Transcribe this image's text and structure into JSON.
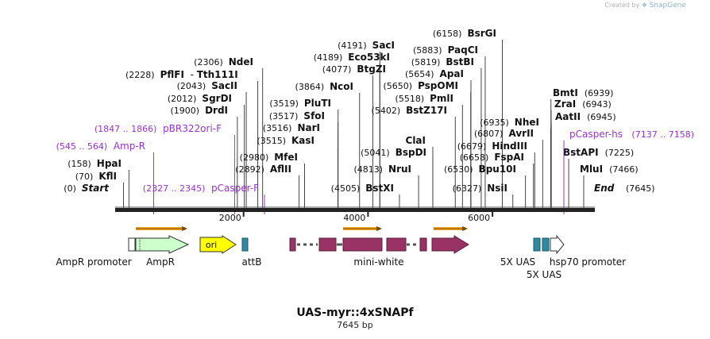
{
  "credit": {
    "created_by": "Created by",
    "brand": "SnapGene"
  },
  "plasmid": {
    "name": "UAS-myr::4xSNAPf",
    "size": "7645 bp",
    "length": 7645
  },
  "axis": {
    "ticks": [
      {
        "pos": 2000,
        "label": "2000"
      },
      {
        "pos": 4000,
        "label": "4000"
      },
      {
        "pos": 6000,
        "label": "6000"
      }
    ]
  },
  "colors": {
    "enzyme": "#111111",
    "primer": "#9933cc",
    "line": "#444444",
    "ampr": "#ccffcc",
    "ori": "#ffff00",
    "attb": "#2f8aa0",
    "mini_white": "#993366",
    "uas": "#2f8aa0",
    "hsp70": "#ffffff",
    "arrow": "#f5a623"
  },
  "sites": [
    {
      "id": "start",
      "num": "(0)",
      "name": "Start",
      "pos": 0,
      "special": true
    },
    {
      "id": "kfli",
      "num": "(70)",
      "name": "KflI",
      "pos": 70
    },
    {
      "id": "hpai",
      "num": "(158)",
      "name": "HpaI",
      "pos": 158
    },
    {
      "id": "drdi",
      "num": "(1900)",
      "name": "DrdI",
      "pos": 1900
    },
    {
      "id": "sgrdi",
      "num": "(2012)",
      "name": "SgrDI",
      "pos": 2012
    },
    {
      "id": "sacii",
      "num": "(2043)",
      "name": "SacII",
      "pos": 2043
    },
    {
      "id": "pflfi",
      "num": "(2228)",
      "name": "PflFI",
      "extra": "Tth111I",
      "pos": 2228
    },
    {
      "id": "ndei",
      "num": "(2306)",
      "name": "NdeI",
      "pos": 2306
    },
    {
      "id": "aflii",
      "num": "(2892)",
      "name": "AflII",
      "pos": 2892
    },
    {
      "id": "mfei",
      "num": "(2980)",
      "name": "MfeI",
      "pos": 2980
    },
    {
      "id": "kasi",
      "num": "(3515)",
      "name": "KasI",
      "pos": 3515
    },
    {
      "id": "nari",
      "num": "(3516)",
      "name": "NarI",
      "pos": 3516
    },
    {
      "id": "sfoi",
      "num": "(3517)",
      "name": "SfoI",
      "pos": 3517
    },
    {
      "id": "pluti",
      "num": "(3519)",
      "name": "PluTI",
      "pos": 3519
    },
    {
      "id": "ncoi",
      "num": "(3864)",
      "name": "NcoI",
      "pos": 3864
    },
    {
      "id": "btgzi",
      "num": "(4077)",
      "name": "BtgZI",
      "pos": 4077
    },
    {
      "id": "eco53ki",
      "num": "(4189)",
      "name": "Eco53kI",
      "pos": 4189
    },
    {
      "id": "saci",
      "num": "(4191)",
      "name": "SacI",
      "pos": 4191
    },
    {
      "id": "bstxi",
      "num": "(4505)",
      "name": "BstXI",
      "pos": 4505
    },
    {
      "id": "nrui",
      "num": "(4813)",
      "name": "NruI",
      "pos": 4813
    },
    {
      "id": "bspdi",
      "num": "(5041)",
      "name": "BspDI",
      "pos": 5041
    },
    {
      "id": "clai",
      "num": "",
      "name": "ClaI",
      "pos": 5041
    },
    {
      "id": "bstz17i",
      "num": "(5402)",
      "name": "BstZ17I",
      "pos": 5402
    },
    {
      "id": "pmli",
      "num": "(5518)",
      "name": "PmlI",
      "pos": 5518
    },
    {
      "id": "pspomi",
      "num": "(5650)",
      "name": "PspOMI",
      "pos": 5650
    },
    {
      "id": "apai",
      "num": "(5654)",
      "name": "ApaI",
      "pos": 5654
    },
    {
      "id": "bstbi",
      "num": "(5819)",
      "name": "BstBI",
      "pos": 5819
    },
    {
      "id": "paqci",
      "num": "(5883)",
      "name": "PaqCI",
      "pos": 5883
    },
    {
      "id": "bsrgi",
      "num": "(6158)",
      "name": "BsrGI",
      "pos": 6158
    },
    {
      "id": "nsii",
      "num": "(6327)",
      "name": "NsiI",
      "pos": 6327
    },
    {
      "id": "bpu10i",
      "num": "(6530)",
      "name": "Bpu10I",
      "pos": 6530
    },
    {
      "id": "fspai",
      "num": "(6658)",
      "name": "FspAI",
      "pos": 6658
    },
    {
      "id": "hindiii",
      "num": "(6679)",
      "name": "HindIII",
      "pos": 6679
    },
    {
      "id": "avrii",
      "num": "(6807)",
      "name": "AvrII",
      "pos": 6807
    },
    {
      "id": "nhei",
      "num": "(6935)",
      "name": "NheI",
      "pos": 6935
    },
    {
      "id": "aatii",
      "num": "(6945)",
      "name": "AatII",
      "pos": 6945
    },
    {
      "id": "zrai",
      "num": "(6943)",
      "name": "ZraI",
      "pos": 6943
    },
    {
      "id": "bmti",
      "num": "(6939)",
      "name": "BmtI",
      "pos": 6939
    },
    {
      "id": "bstapi",
      "num": "(7225)",
      "name": "BstAPI",
      "pos": 7225
    },
    {
      "id": "mlui",
      "num": "(7466)",
      "name": "MluI",
      "pos": 7466
    },
    {
      "id": "end",
      "num": "(7645)",
      "name": "End",
      "pos": 7645,
      "special": true
    }
  ],
  "primers": [
    {
      "id": "amp-r",
      "name": "Amp-R",
      "range": "(545 .. 564)",
      "pos": 555
    },
    {
      "id": "pbr322ori-f",
      "name": "pBR322ori-F",
      "range": "(1847 .. 1866)",
      "pos": 1856
    },
    {
      "id": "pcasper-f",
      "name": "pCasper-F",
      "range": "(2327 .. 2345)",
      "pos": 2336
    },
    {
      "id": "pcasper-hs",
      "name": "pCasper-hs",
      "range": "(7137 .. 7158)",
      "pos": 7147
    }
  ],
  "features": [
    {
      "id": "ampr-promoter",
      "label": "AmpR promoter"
    },
    {
      "id": "ampr",
      "label": "AmpR"
    },
    {
      "id": "ori",
      "label": "ori"
    },
    {
      "id": "attb",
      "label": "attB"
    },
    {
      "id": "mini-white",
      "label": "mini-white"
    },
    {
      "id": "uas-a",
      "label": "5X UAS"
    },
    {
      "id": "uas-b",
      "label": "5X UAS"
    },
    {
      "id": "hsp70",
      "label": "hsp70 promoter"
    }
  ]
}
